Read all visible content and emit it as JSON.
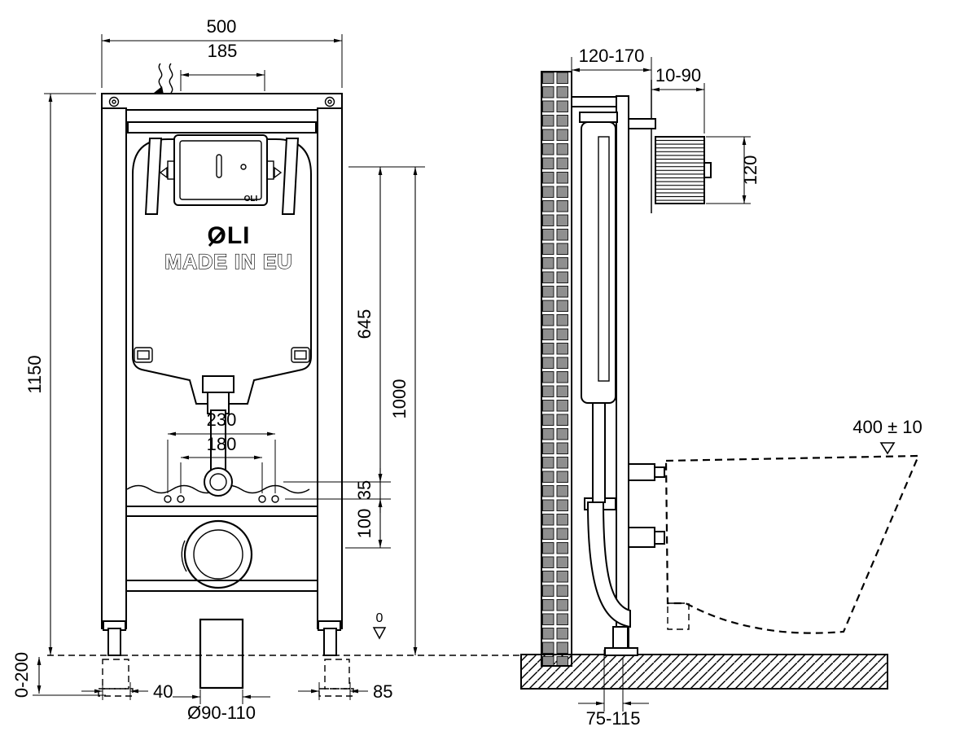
{
  "colors": {
    "line": "#000000",
    "tile_fill": "#8f8f8f",
    "background": "#ffffff"
  },
  "front_view": {
    "labels": {
      "brand": "OLI",
      "made_in": "MADE IN EU",
      "box_brand": "OLI"
    },
    "dims": {
      "total_width": "500",
      "top_width": "185",
      "total_height": "1150",
      "upper_height": "645",
      "install_height": "1000",
      "fixing_outer": "230",
      "fixing_inner": "180",
      "offset_35": "35",
      "offset_100": "100",
      "leg_adjust": "0-200",
      "foot_left_width": "40",
      "drain_diameter": "Ø90-110",
      "foot_right_width": "85",
      "datum_zero": "0"
    }
  },
  "side_view": {
    "dims": {
      "frame_depth": "120-170",
      "plate_depth": "10-90",
      "plate_height": "120",
      "bowl_height": "400 ± 10",
      "outlet_offset": "75-115"
    }
  }
}
